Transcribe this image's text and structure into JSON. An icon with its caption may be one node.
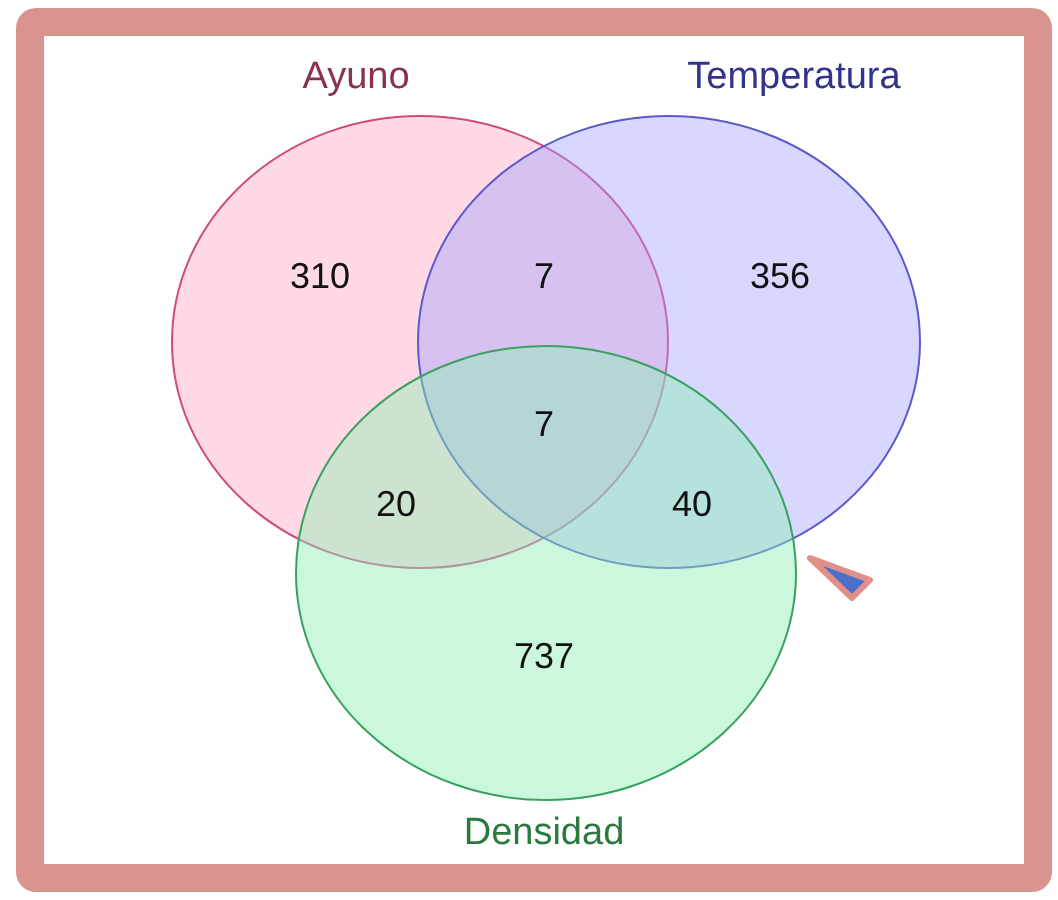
{
  "diagram": {
    "nodes": [
      {
        "text": [
          "Ayuno"
        ]
      },
      {
        "text": [
          "Temperatura"
        ]
      },
      {
        "text": [
          "Densidad"
        ]
      }
    ],
    "edges": [],
    "labels": [
      "310",
      "7",
      "356",
      "7",
      "20",
      "40",
      "737"
    ]
  }
}
